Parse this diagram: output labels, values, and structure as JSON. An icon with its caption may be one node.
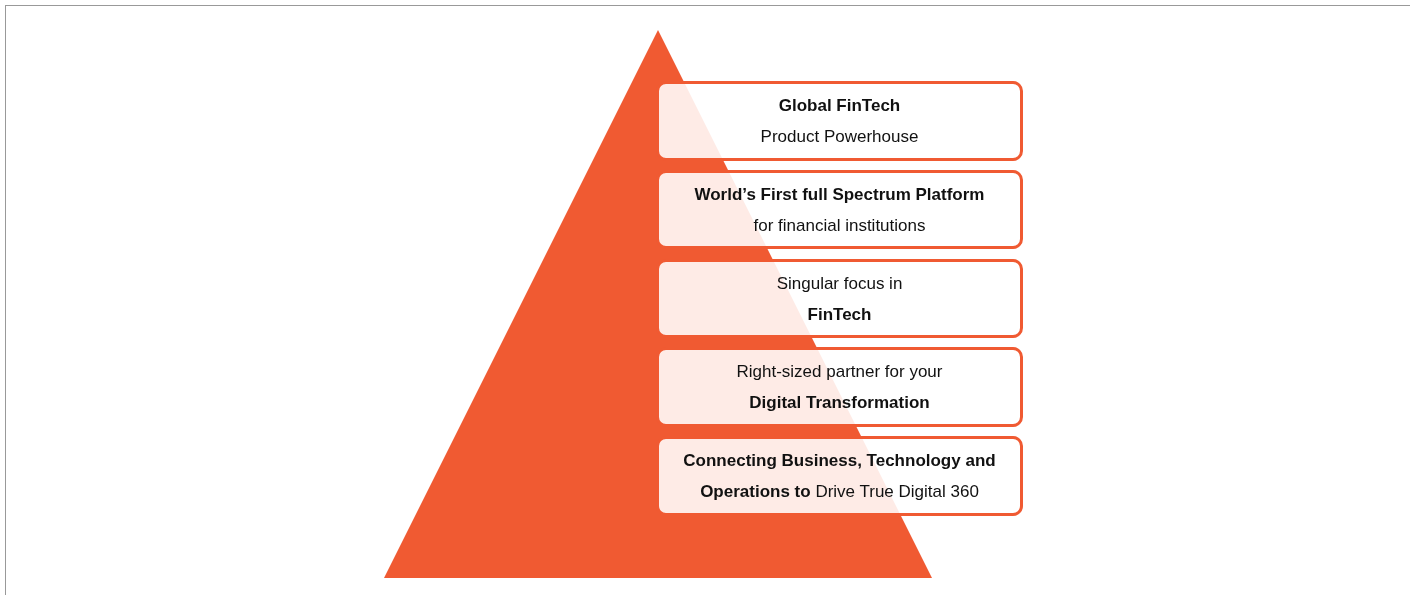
{
  "diagram": {
    "nodes": [
      {
        "text": [
          "Global FinTech",
          "Product Powerhouse"
        ]
      },
      {
        "text": [
          "**World’s First full Spectrum Platform** for financial institutions"
        ]
      },
      {
        "text": [
          "Singular focus in",
          "FinTech"
        ]
      },
      {
        "text": [
          "Right-sized partner for your",
          "Digital Transformation"
        ]
      },
      {
        "text": [
          "**Connecting Business, Technology and Operations to** Drive True Digital 360"
        ]
      }
    ]
  }
}
